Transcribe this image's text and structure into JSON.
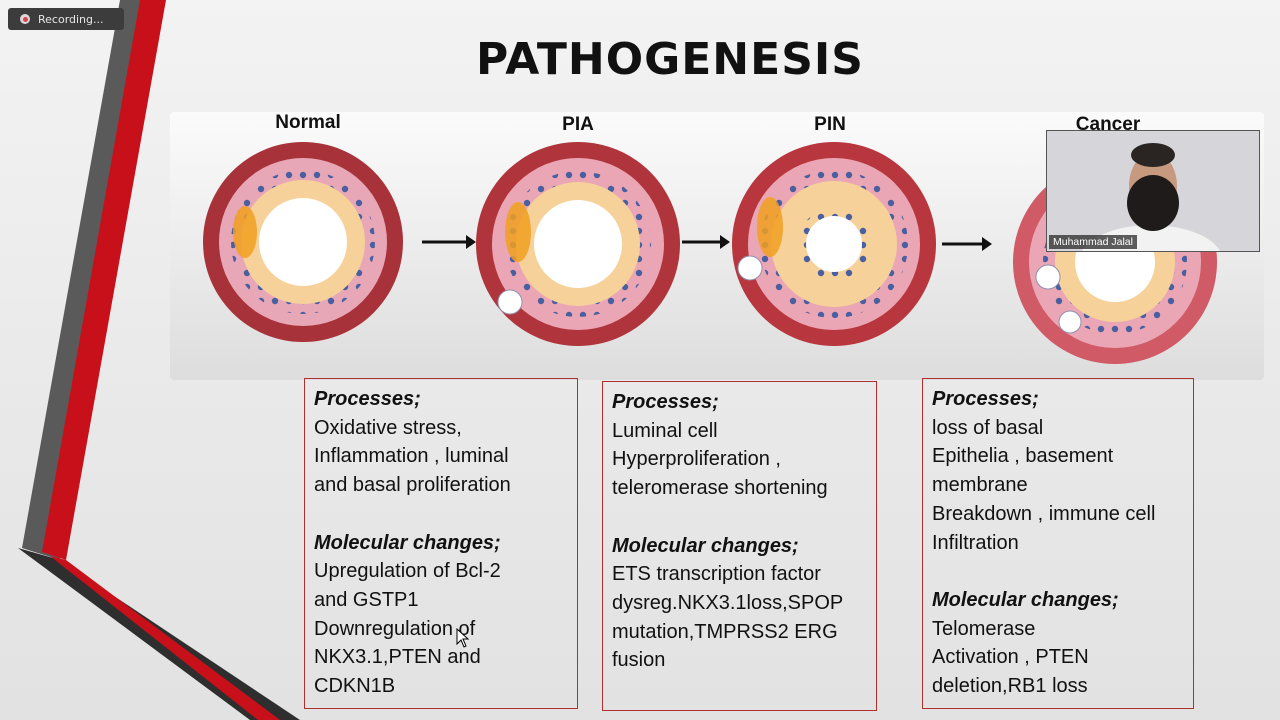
{
  "recording": {
    "label": "Recording..."
  },
  "slide": {
    "title": "PATHOGENESIS",
    "stages": [
      "Normal",
      "PIA",
      "PIN",
      "Cancer"
    ],
    "boxes": [
      {
        "processes_heading": "Processes;",
        "processes_lines": [
          "Oxidative stress,",
          "Inflammation , luminal",
          "and basal proliferation"
        ],
        "molecular_heading": "Molecular changes;",
        "molecular_lines": [
          "Upregulation of Bcl-2",
          "and GSTP1",
          "Downregulation of",
          "NKX3.1,PTEN and",
          "CDKN1B"
        ]
      },
      {
        "processes_heading": "Processes;",
        "processes_lines": [
          "Luminal cell",
          "Hyperproliferation ,",
          "teleromerase shortening"
        ],
        "molecular_heading": "Molecular changes;",
        "molecular_lines": [
          "ETS transcription factor",
          "dysreg.NKX3.1loss,SPOP",
          "mutation,TMPRSS2 ERG",
          "fusion"
        ]
      },
      {
        "processes_heading": "Processes;",
        "processes_lines": [
          "loss of basal",
          "Epithelia , basement",
          "membrane",
          "Breakdown , immune cell",
          "Infiltration"
        ],
        "molecular_heading": "Molecular changes;",
        "molecular_lines": [
          "Telomerase",
          "Activation , PTEN",
          "deletion,RB1 loss"
        ]
      }
    ]
  },
  "video": {
    "participant_name": "Muhammad Jalal"
  },
  "colors": {
    "accent_red": "#c8101a",
    "dark_gray": "#444444"
  }
}
